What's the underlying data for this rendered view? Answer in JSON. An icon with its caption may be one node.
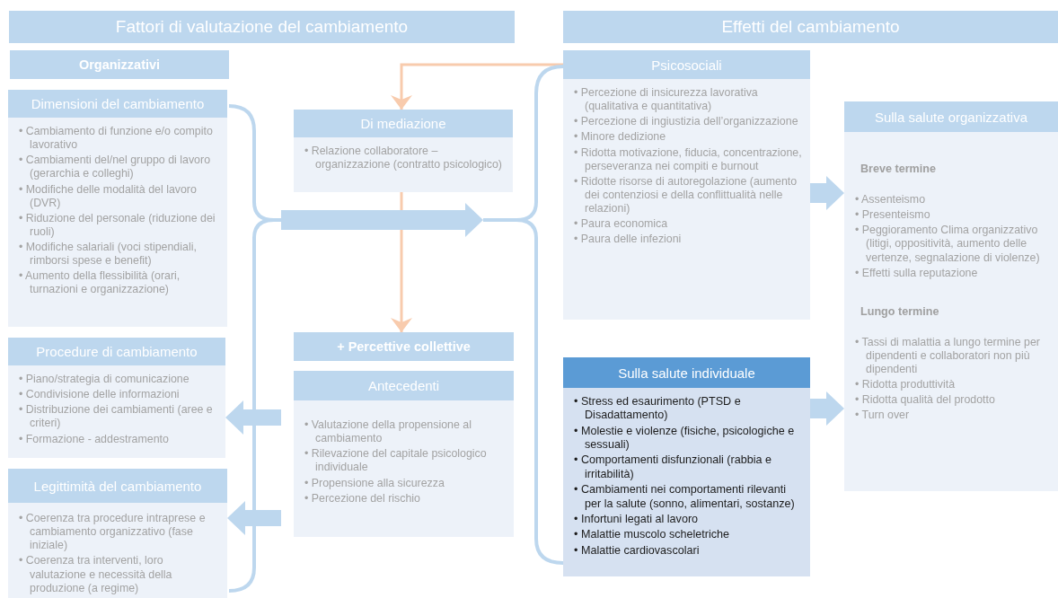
{
  "diagram": {
    "nodes": [
      {
        "text": [
          "Fattori di valutazione del cambiamento"
        ]
      },
      {
        "text": [
          "Effetti del cambiamento"
        ]
      },
      {
        "text": [
          "Organizzativi"
        ]
      },
      {
        "text": [
          "Dimensioni del cambiamento",
          "• Cambiamento di funzione e/o compito lavorativo",
          "• Cambiamenti del/nel gruppo di lavoro (gerarchia e colleghi)",
          "• Modifiche delle modalità del lavoro (DVR)",
          "• Riduzione del personale (riduzione dei ruoli)",
          "• Modifiche salariali (voci stipendiali, rimborsi spese e benefit)",
          "• Aumento della flessibilità (orari, turnazioni e organizzazione)"
        ]
      },
      {
        "text": [
          "Procedure di cambiamento",
          "• Piano/strategia di comunicazione",
          "• Condivisione delle informazioni",
          "• Distribuzione dei cambiamenti (aree e criteri)",
          "• Formazione - addestramento"
        ]
      },
      {
        "text": [
          "Legittimità del cambiamento",
          "• Coerenza tra procedure intraprese e cambiamento organizzativo (fase iniziale)",
          "• Coerenza tra interventi, loro valutazione e necessità della produzione (a regime)"
        ]
      },
      {
        "text": [
          "Di mediazione",
          "• Relazione collaboratore – organizzazione (contratto psicologico)"
        ]
      },
      {
        "text": [
          "+ Percettive collettive"
        ]
      },
      {
        "text": [
          "Antecedenti",
          "• Valutazione della propensione al cambiamento",
          "• Rilevazione del capitale psicologico individuale",
          "• Propensione alla sicurezza",
          "• Percezione del rischio"
        ]
      },
      {
        "text": [
          "Psicosociali",
          "• Percezione di insicurezza lavorativa (qualitativa e quantitativa)",
          "• Percezione di ingiustizia dell’organizzazione",
          "• Minore dedizione",
          "• Ridotta motivazione, fiducia, concentrazione, perseveranza nei compiti e burnout",
          "• Ridotte risorse di autoregolazione (aumento dei contenziosi e della conflittualità nelle relazioni)",
          "• Paura economica",
          "• Paura delle infezioni"
        ]
      },
      {
        "text": [
          "Sulla salute individuale",
          "• Stress ed esaurimento (PTSD e Disadattamento)",
          "• Molestie e violenze (fisiche, psicologiche e sessuali)",
          "• Comportamenti disfunzionali (rabbia e irritabilità)",
          "• Cambiamenti nei comportamenti rilevanti per la salute (sonno, alimentari, sostanze)",
          "• Infortuni legati al lavoro",
          "• Malattie muscolo scheletriche",
          "• Malattie cardiovascolari"
        ]
      },
      {
        "text": [
          "Sulla salute organizzativa",
          "Breve termine",
          "• Assenteismo",
          "• Presenteismo",
          "• Peggioramento Clima organizzativo (litigi, oppositività, aumento delle vertenze, segnalazione di violenze)",
          "• Effetti sulla reputazione",
          "Lungo termine",
          "• Tassi di malattia a lungo termine per dipendenti e collaboratori non più dipendenti",
          "• Ridotta produttività",
          "• Ridotta qualità del prodotto",
          "• Turn over"
        ]
      },
      {
        "text": [],
        "shape": "bracket"
      },
      {
        "text": [],
        "shape": "bracket"
      }
    ],
    "edges": [
      {
        "from": 9,
        "to": 6,
        "arrow": "to",
        "color": "#f8cbad"
      },
      {
        "from": 6,
        "to": 7,
        "arrow": "to",
        "color": "#f8cbad"
      },
      {
        "from": 12,
        "to": 13,
        "arrow": "to"
      },
      {
        "from": 12,
        "to": 4,
        "arrow": "to"
      },
      {
        "from": 12,
        "to": 5,
        "arrow": "to"
      },
      {
        "from": 9,
        "to": 11,
        "arrow": "to"
      },
      {
        "from": 10,
        "to": 11,
        "arrow": "to"
      }
    ]
  }
}
